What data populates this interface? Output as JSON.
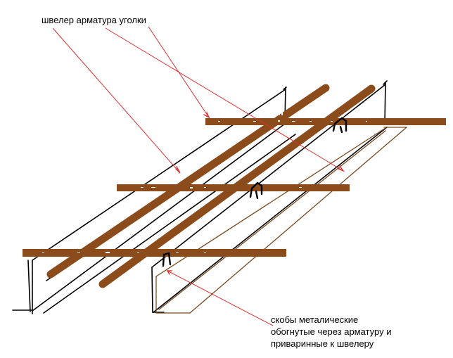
{
  "labels": {
    "top": "швелер арматура уголки",
    "bottom_lines": [
      "скобы металические",
      "обогнутые через арматуру и",
      "приваринные к швелеру"
    ]
  },
  "colors": {
    "rebar": "#8B4B1A",
    "channel_outline": "#000000",
    "angle_outline": "#7A4A20",
    "pointer_line": "#E03030",
    "background": "#FFFFFF",
    "bracket": "#000000"
  }
}
